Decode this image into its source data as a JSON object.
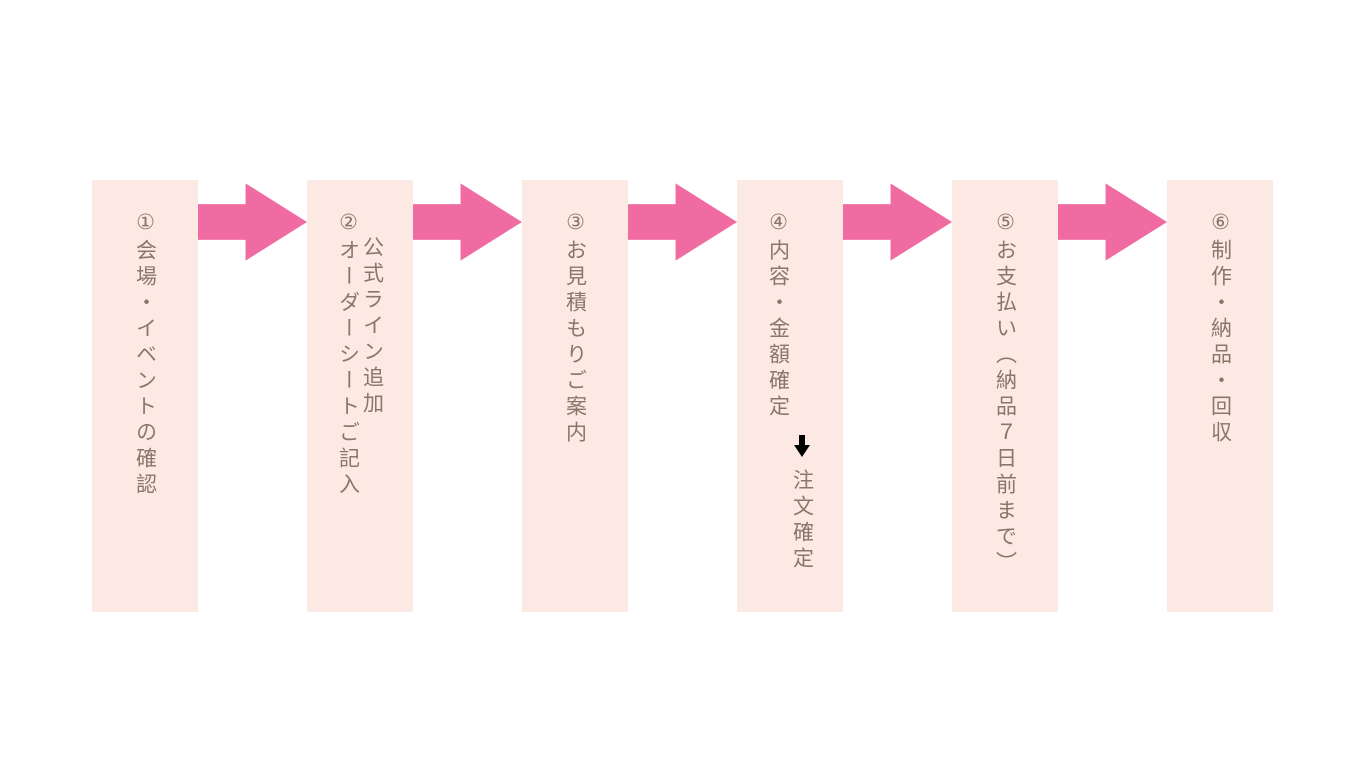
{
  "flow": {
    "steps": [
      {
        "lines": [
          "①会場・イベントの確認"
        ]
      },
      {
        "lines": [
          "②オーダーシートご記入",
          "公式ライン追加"
        ]
      },
      {
        "lines": [
          "③お見積もりご案内"
        ]
      },
      {
        "lines": [
          "④内容・金額確定"
        ],
        "after_arrow": "注文確定"
      },
      {
        "lines": [
          "⑤お支払い（納品７日前まで）"
        ]
      },
      {
        "lines": [
          "⑥制作・納品・回収"
        ]
      }
    ],
    "icons": {
      "step_connector": "right-arrow-icon",
      "order_confirm": "down-arrow-icon"
    },
    "colors": {
      "box_background": "#fce9e4",
      "text": "#8a7668",
      "connector_arrow": "#f06ba1",
      "down_arrow": "#000000",
      "page_background": "#ffffff"
    }
  }
}
